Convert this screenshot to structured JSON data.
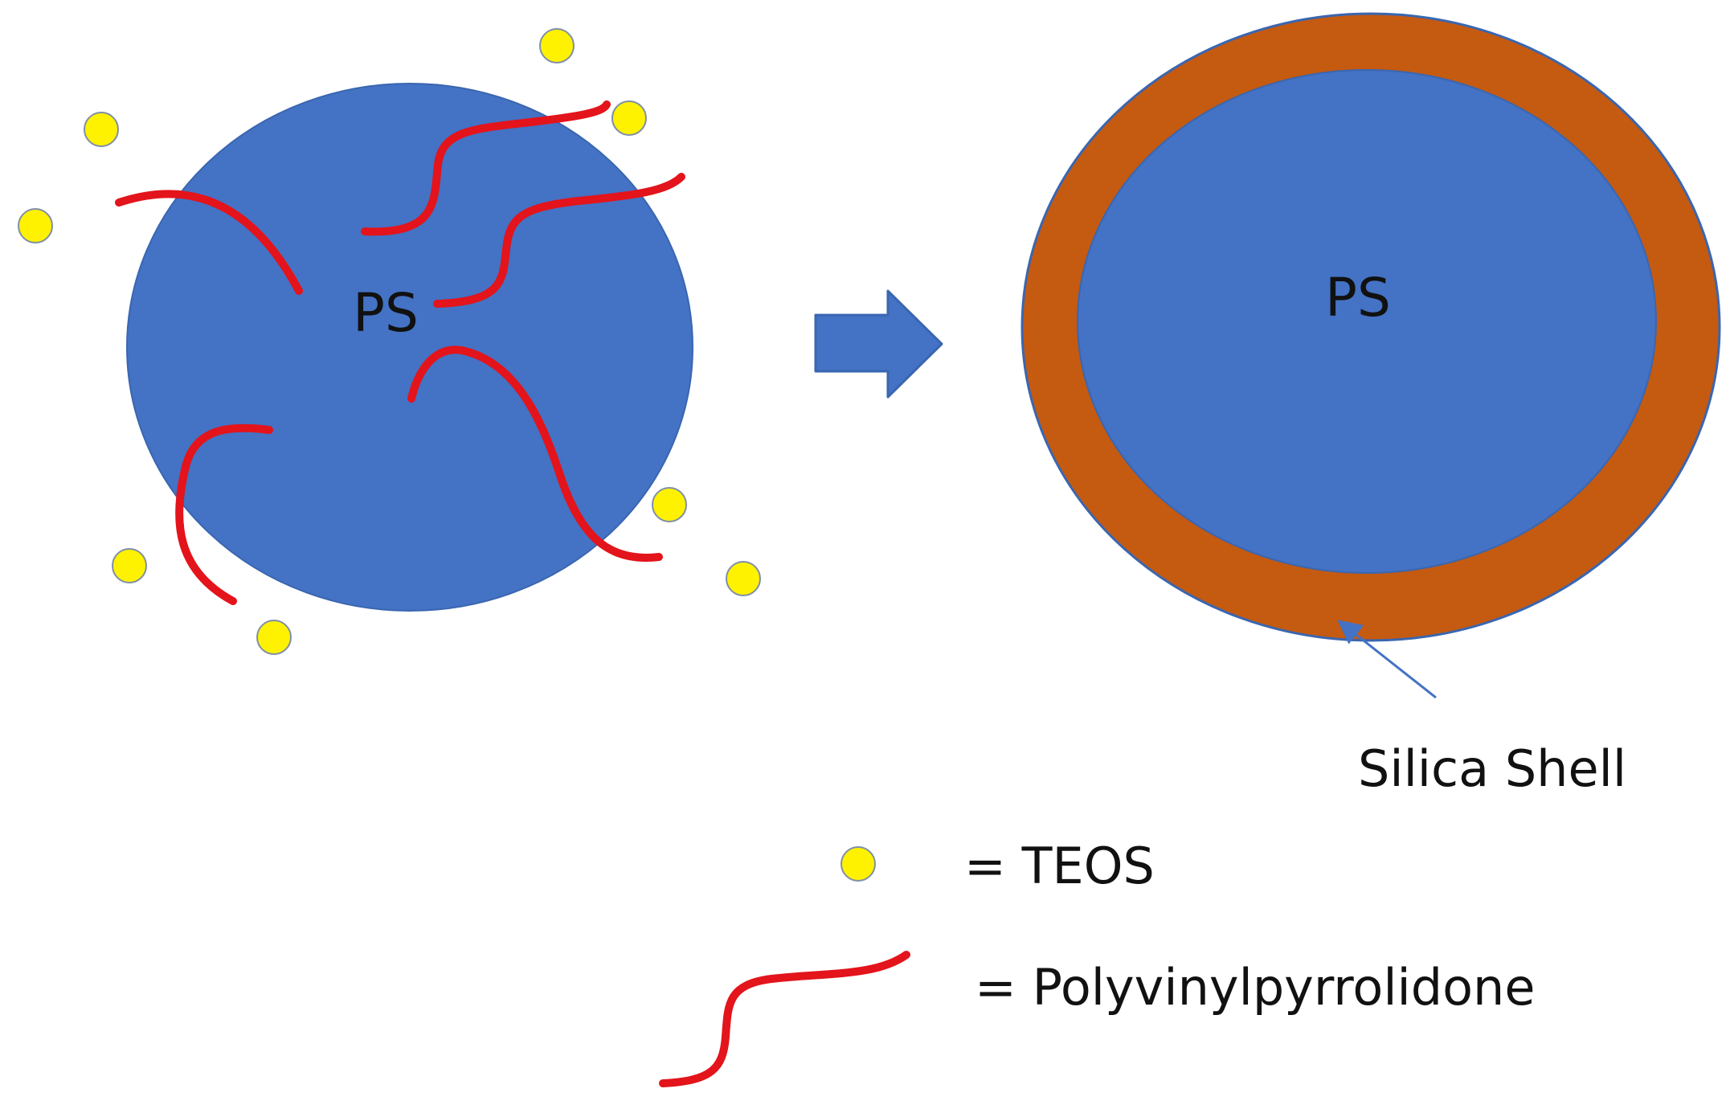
{
  "left_particle": {
    "core_label": "PS",
    "core_color": "#4472C4",
    "chain_color": "#E3141B",
    "dot_color": "#FFF200",
    "dot_outline": "#7F8FA6"
  },
  "transition": {
    "arrow_icon": "right-block-arrow-icon",
    "arrow_color": "#4472C4"
  },
  "right_particle": {
    "core_label": "PS",
    "core_color": "#4472C4",
    "shell_color": "#C55A11",
    "shell_label": "Silica Shell",
    "pointer_color": "#4472C4"
  },
  "legend": {
    "teos_label": "= TEOS",
    "pvp_label": "= Polyvinylpyrrolidone"
  }
}
